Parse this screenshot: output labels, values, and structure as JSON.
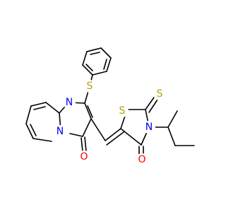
{
  "atoms": {
    "n_pyrimidine": {
      "label": "N",
      "color": "#0000ff"
    },
    "s_thioether": {
      "label": "S",
      "color": "#b8a000"
    },
    "n_bridgehead": {
      "label": "N",
      "color": "#0000ff"
    },
    "o_pyrimidinone": {
      "label": "O",
      "color": "#ff0000"
    },
    "s_ring": {
      "label": "S",
      "color": "#b8a000"
    },
    "s_thione": {
      "label": "S",
      "color": "#b8a000"
    },
    "n_thiazolidine": {
      "label": "N",
      "color": "#0000ff"
    },
    "o_thiazolidinone": {
      "label": "O",
      "color": "#ff0000"
    }
  }
}
